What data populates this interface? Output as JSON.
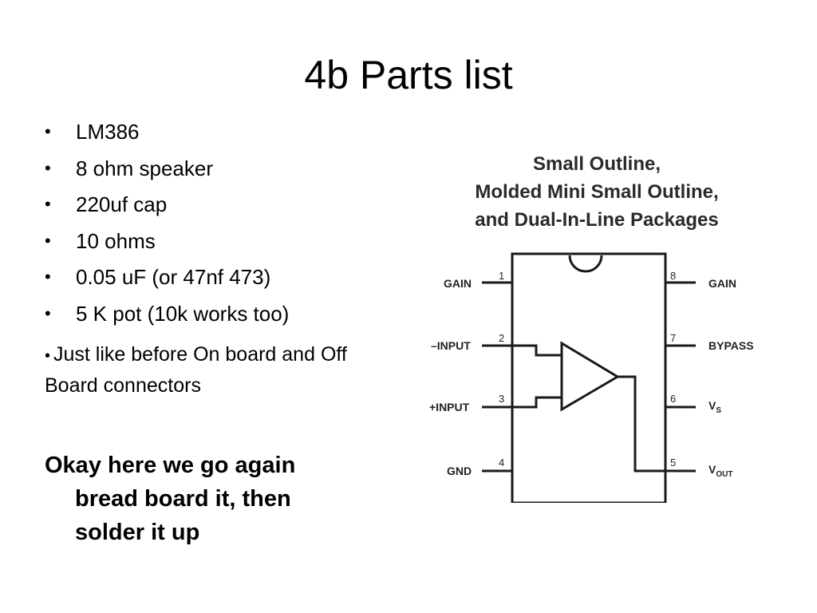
{
  "slide": {
    "title": "4b Parts list",
    "bullets": [
      "LM386",
      "8 ohm speaker",
      "220uf cap",
      "10 ohms",
      "0.05 uF  (or 47nf 473)",
      "5 K pot (10k works too)"
    ],
    "note": "Just like before On board and Off Board connectors",
    "closing": {
      "line1": "Okay here we go again",
      "line2": "bread board it, then",
      "line3": "solder it up"
    }
  },
  "bullet_glyph": "•",
  "figure": {
    "heading": {
      "line1": "Small Outline,",
      "line2": "Molded Mini Small Outline,",
      "line3": "and Dual-In-Line Packages"
    },
    "pins": [
      {
        "number": "1",
        "label": "GAIN"
      },
      {
        "number": "2",
        "label": "–INPUT"
      },
      {
        "number": "3",
        "label": "+INPUT"
      },
      {
        "number": "4",
        "label": "GND"
      },
      {
        "number": "5",
        "label": "V",
        "sub": "OUT"
      },
      {
        "number": "6",
        "label": "V",
        "sub": "S"
      },
      {
        "number": "7",
        "label": "BYPASS"
      },
      {
        "number": "8",
        "label": "GAIN"
      }
    ]
  }
}
